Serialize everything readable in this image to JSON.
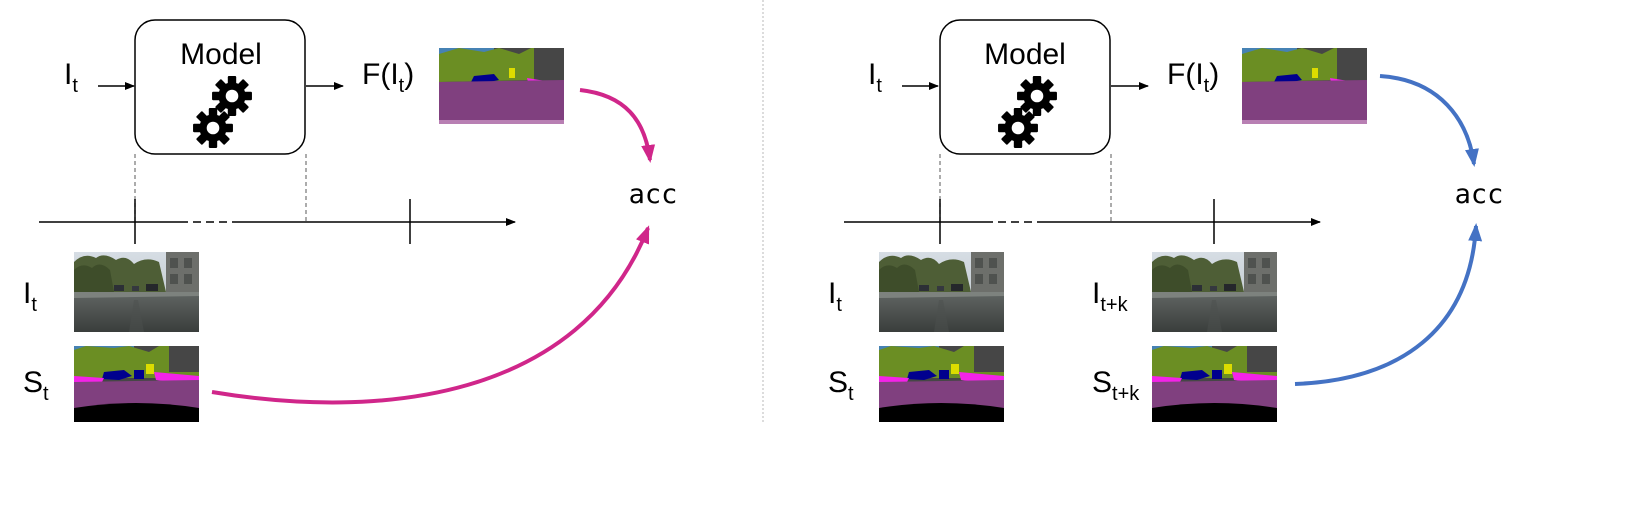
{
  "colors": {
    "pink_arrow": "#d0268a",
    "blue_arrow": "#4472c4",
    "road_purple": "#80407f",
    "vegetation": "#6b8e23",
    "sky": "#4682b4",
    "building": "#464646",
    "car_blue": "#00008e",
    "sidewalk_magenta": "#f423e8"
  },
  "panels": [
    {
      "model_label": "Model",
      "input": {
        "base": "I",
        "sub": "t"
      },
      "output": {
        "base": "F(I",
        "sub": "t",
        "suffix": ")"
      },
      "acc_label": "acc",
      "rows": [
        {
          "base": "I",
          "sub": "t"
        },
        {
          "base": "S",
          "sub": "t"
        }
      ]
    },
    {
      "model_label": "Model",
      "input": {
        "base": "I",
        "sub": "t"
      },
      "output": {
        "base": "F(I",
        "sub": "t",
        "suffix": ")"
      },
      "acc_label": "acc",
      "rows": [
        {
          "base": "I",
          "sub": "t"
        },
        {
          "base": "S",
          "sub": "t"
        },
        {
          "base": "I",
          "sub": "t+k"
        },
        {
          "base": "S",
          "sub": "t+k"
        }
      ]
    }
  ]
}
